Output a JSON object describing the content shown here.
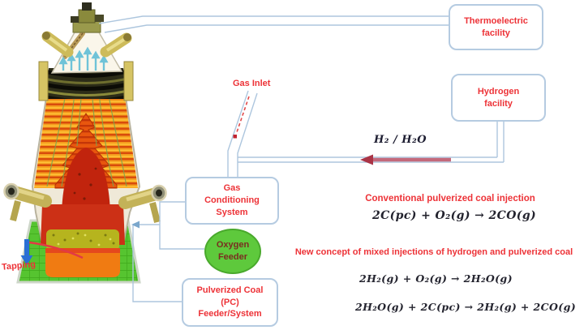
{
  "diagram": {
    "nodes": {
      "thermoelectric": "Thermoelectric\nfacility",
      "hydrogen": "Hydrogen\nfacility",
      "gas_conditioning": "Gas\nConditioning\nSystem",
      "oxygen_feeder": "Oxygen\nFeeder",
      "pc_feeder": "Pulverized Coal\n(PC)\nFeeder/System"
    },
    "labels": {
      "gas_inlet": "Gas Inlet",
      "h2_h2o": "H₂ / H₂O",
      "tapping": "Tapping"
    },
    "annotations": {
      "conventional_title": "Conventional pulverized coal injection",
      "conventional_eq": "2C(pc) + O₂(g) → 2CO(g)",
      "new_concept_title": "New concept of mixed injections of hydrogen and pulverized coal",
      "new_eq1": "2H₂(g) + O₂(g) → 2H₂O(g)",
      "new_eq2": "2H₂O(g) + 2C(pc) → 2H₂(g) + 2CO(g)"
    },
    "colors": {
      "label_red": "#ed3237",
      "pipe_blue": "#adc6de",
      "box_border_blue": "#b5cbe1",
      "oxygen_green": "#5ec93c",
      "oxygen_text_maroon": "#7a2d20",
      "equation_ink": "#23232e",
      "h2_arrow_pink": "#c4697b",
      "tapping_blue": "#2a6fd4"
    }
  }
}
